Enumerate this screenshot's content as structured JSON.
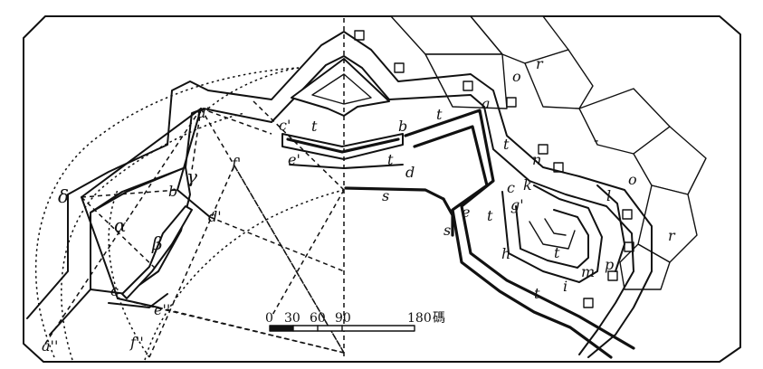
{
  "labels": {
    "a": "a",
    "a_prime": "a'",
    "a_double": "a''",
    "b": "b",
    "c": "c",
    "c_prime": "c'",
    "d": "d",
    "d_prime": "d'",
    "e": "e",
    "e_prime": "e'",
    "e_double": "e''",
    "f_prime": "f'",
    "f_double": "f''",
    "g_prime": "g'",
    "h": "h",
    "i": "i",
    "k": "k",
    "l": "l",
    "m": "m",
    "n": "n",
    "o": "o",
    "p": "p",
    "r": "r",
    "s": "s",
    "t": "t",
    "dash": "-",
    "alpha": "α",
    "beta": "β",
    "gamma": "γ",
    "delta": "δ"
  },
  "scale": {
    "ticks": [
      "0",
      "30",
      "60",
      "90",
      "180"
    ],
    "unit": "碼"
  }
}
